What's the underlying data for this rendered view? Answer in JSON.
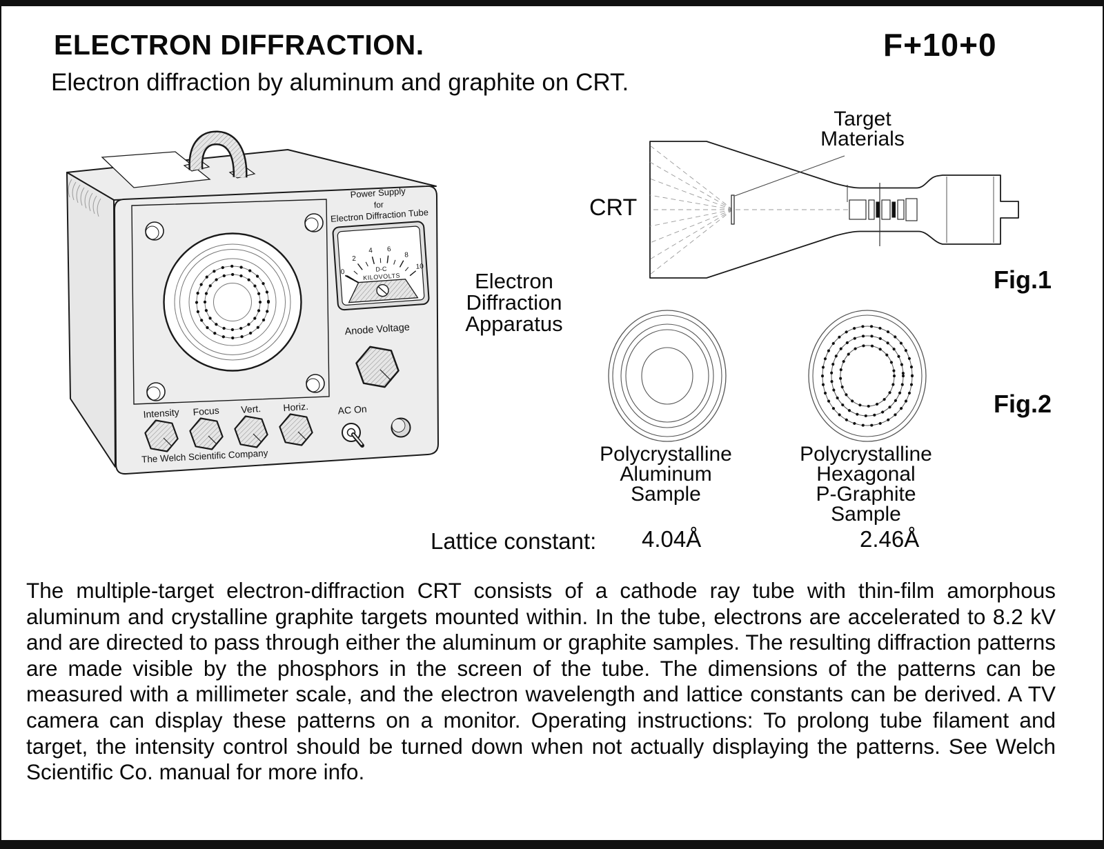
{
  "header": {
    "title": "ELECTRON DIFFRACTION.",
    "code": "F+10+0",
    "subtitle": "Electron diffraction by aluminum and graphite on CRT."
  },
  "apparatus": {
    "caption_lines": [
      "Electron",
      "Diffraction",
      "Apparatus"
    ],
    "meter_title_lines": [
      "Power Supply",
      "for",
      "Electron Diffraction Tube"
    ],
    "meter_scale_labels": [
      "0",
      "2",
      "4",
      "6",
      "8",
      "10"
    ],
    "meter_unit_lines": [
      "D-C",
      "KILOVOLTS"
    ],
    "anode_label": "Anode Voltage",
    "knob_labels": [
      "Intensity",
      "Focus",
      "Vert.",
      "Horiz."
    ],
    "switch_label": "AC On",
    "maker": "The Welch Scientific Company"
  },
  "fig1": {
    "tag": "Fig.1",
    "crt": "CRT",
    "target_lines": [
      "Target",
      "Materials"
    ]
  },
  "fig2": {
    "tag": "Fig.2",
    "left_caption_lines": [
      "Polycrystalline",
      "Aluminum",
      "Sample"
    ],
    "right_caption_lines": [
      "Polycrystalline",
      "Hexagonal",
      "P-Graphite",
      "Sample"
    ]
  },
  "lattice": {
    "label": "Lattice constant:",
    "aluminum": "4.04Å",
    "graphite": "2.46Å"
  },
  "body": {
    "paragraph": "The multiple-target electron-diffraction CRT consists of a cathode ray tube with thin-film amorphous aluminum and crystalline graphite targets mounted within. In the tube, electrons are accelerated to 8.2 kV and are directed to pass through either the aluminum or graphite samples. The resulting diffraction patterns are made visible by the phosphors in the screen of the tube. The dimensions of the patterns can be measured with a millimeter scale, and the electron wavelength and lattice constants can be derived. A TV camera can display these patterns on a monitor. Operating instructions: To prolong tube filament and target, the intensity control should be turned down when not actually displaying the patterns. See Welch Scientific Co. manual for more info."
  }
}
